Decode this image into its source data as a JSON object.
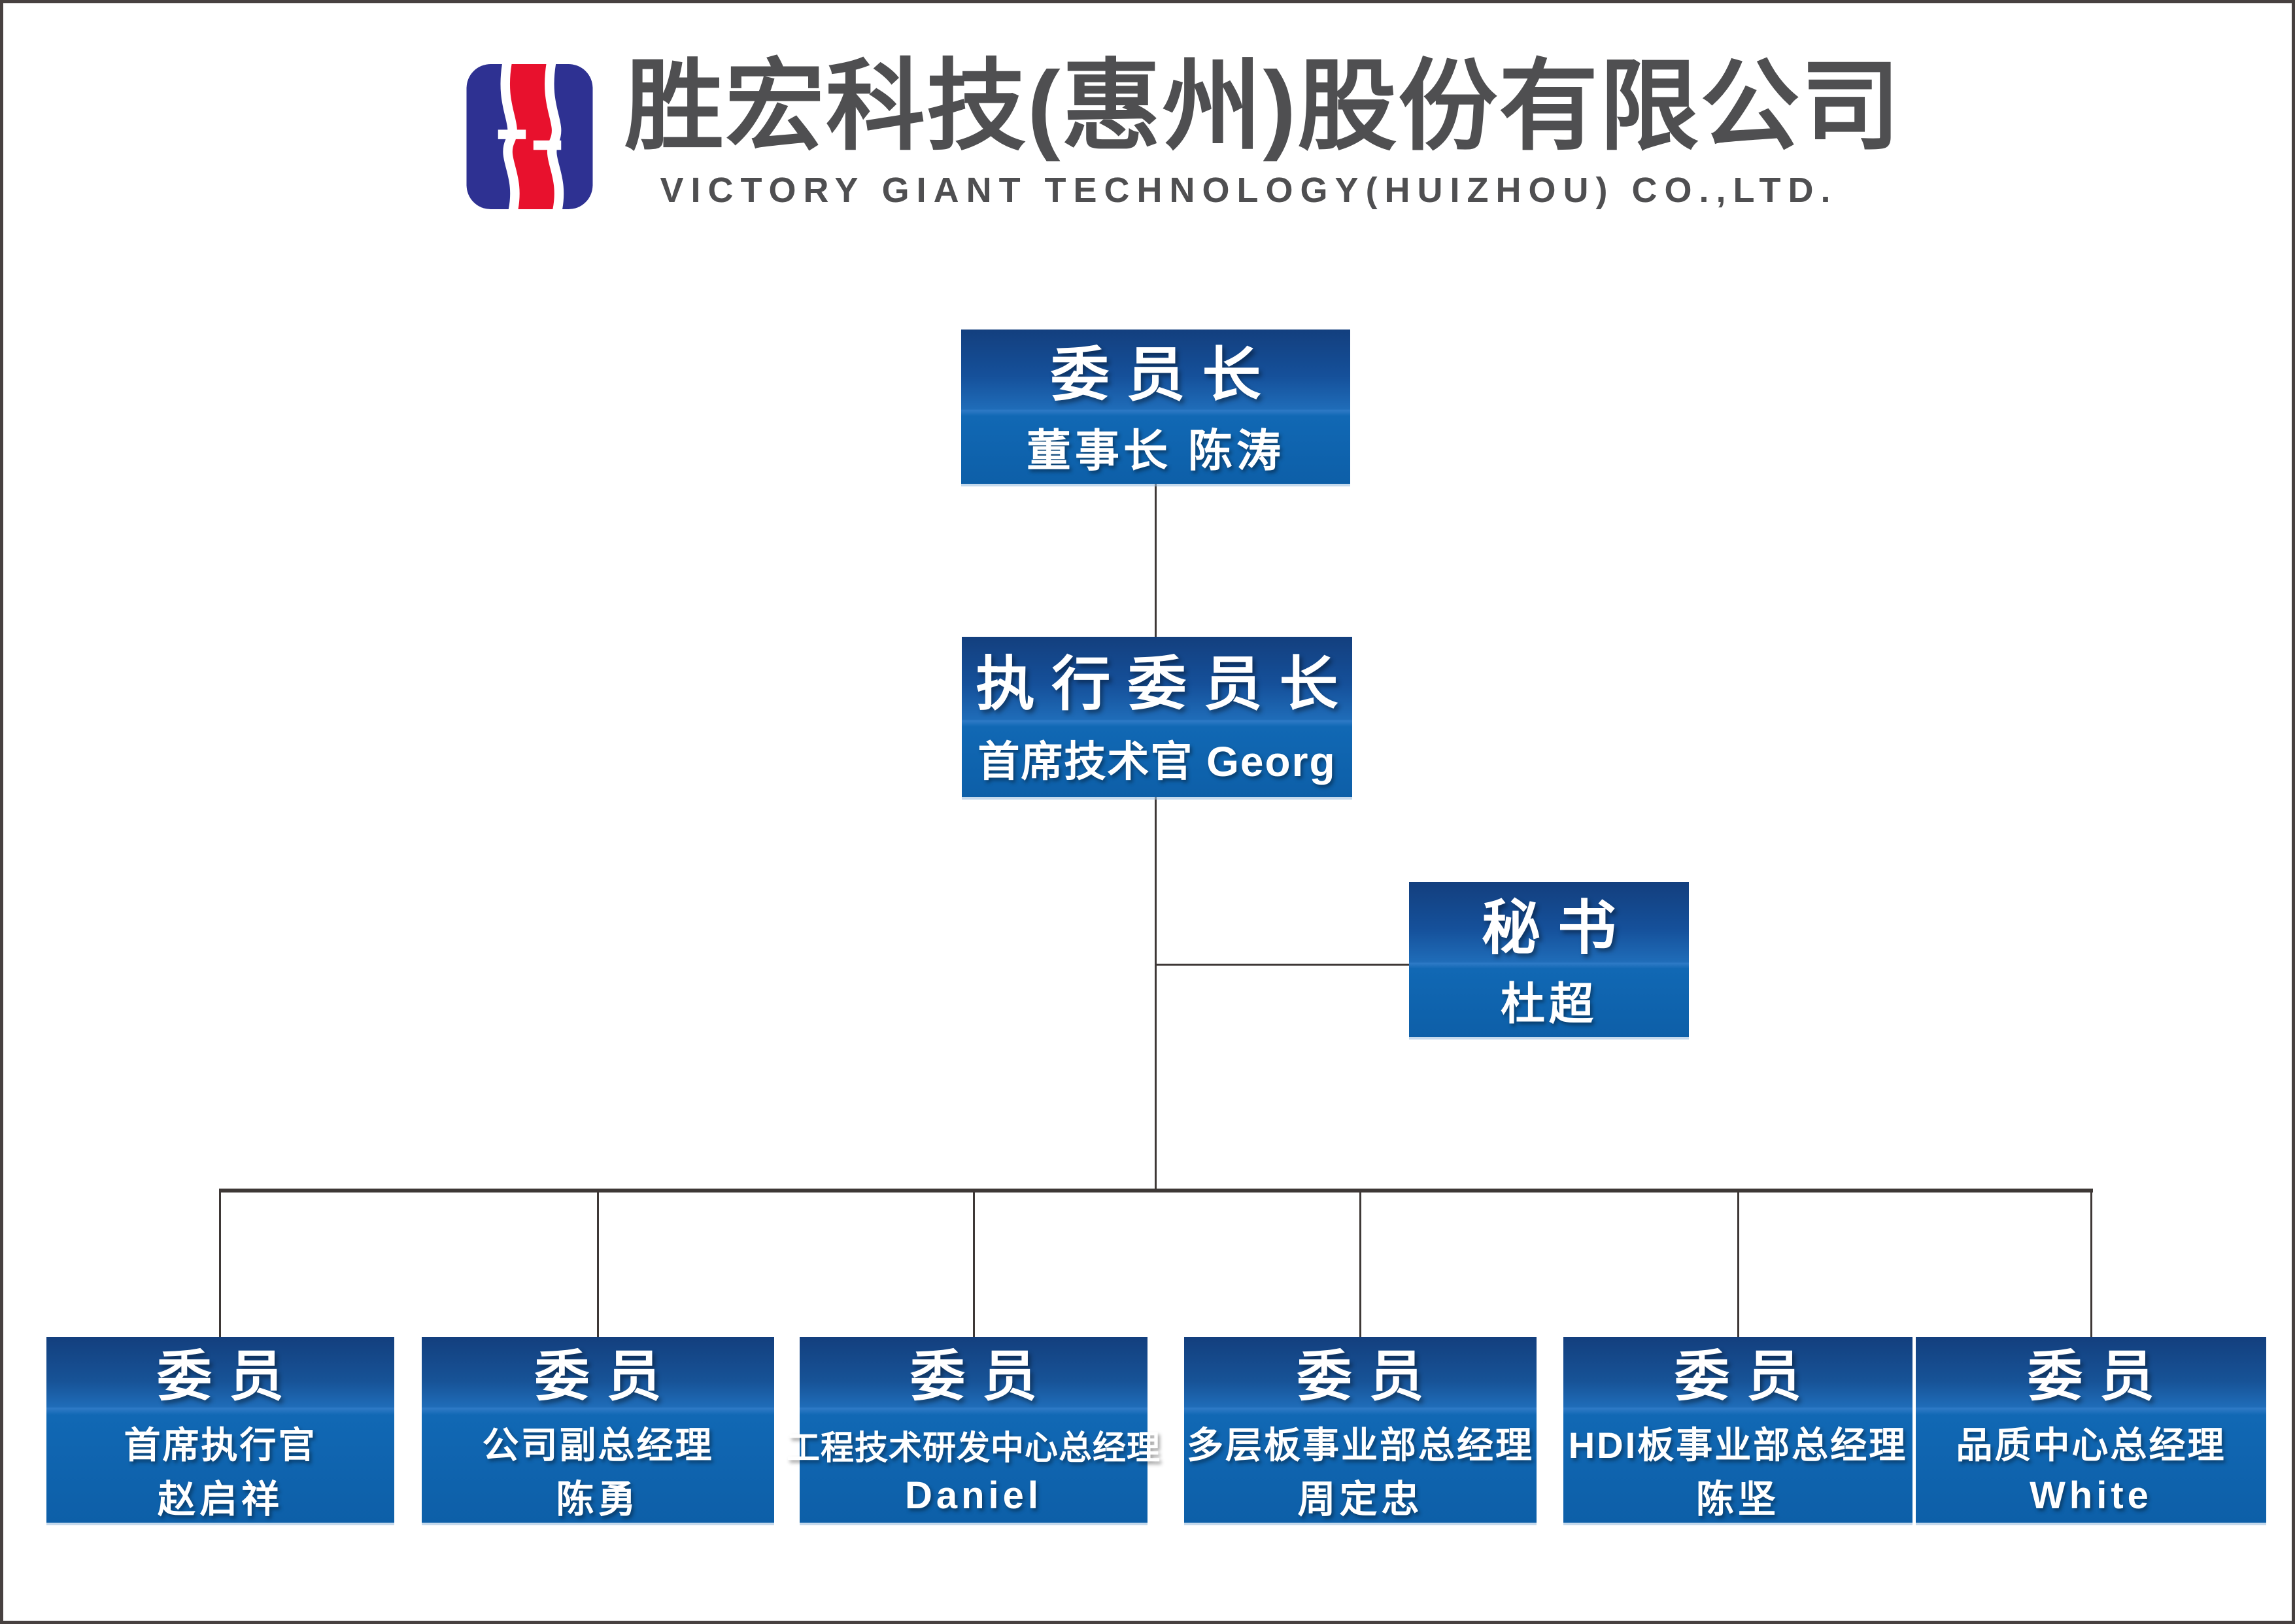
{
  "company": {
    "name_cn": "胜宏科技(惠州)股份有限公司",
    "name_en": "VICTORY GIANT TECHNOLOGY(HUIZHOU) CO.,LTD.",
    "logo_icon": "victory-giant-s-logo"
  },
  "colors": {
    "box_gradient_top": "#133f7e",
    "box_gradient_bottom": "#0d5fa8",
    "box_text": "#ffffff",
    "connector": "#3e3836",
    "title_text": "#4f4f51",
    "logo_navy": "#2e3192",
    "logo_red": "#e8112d"
  },
  "org": {
    "chairman": {
      "title": "委员长",
      "subtitle": "董事长 陈涛"
    },
    "executive_chairman": {
      "title": "执行委员长",
      "subtitle": "首席技术官 Georg"
    },
    "secretary": {
      "title": "秘书",
      "subtitle": "杜超"
    },
    "members": [
      {
        "title": "委员",
        "role": "首席执行官",
        "name": "赵启祥"
      },
      {
        "title": "委员",
        "role": "公司副总经理",
        "name": "陈勇"
      },
      {
        "title": "委员",
        "role": "工程技术研发中心总经理",
        "name": "Daniel"
      },
      {
        "title": "委员",
        "role": "多层板事业部总经理",
        "name": "周定忠"
      },
      {
        "title": "委员",
        "role": "HDI板事业部总经理",
        "name": "陈坚"
      },
      {
        "title": "委员",
        "role": "品质中心总经理",
        "name": "White"
      }
    ]
  }
}
